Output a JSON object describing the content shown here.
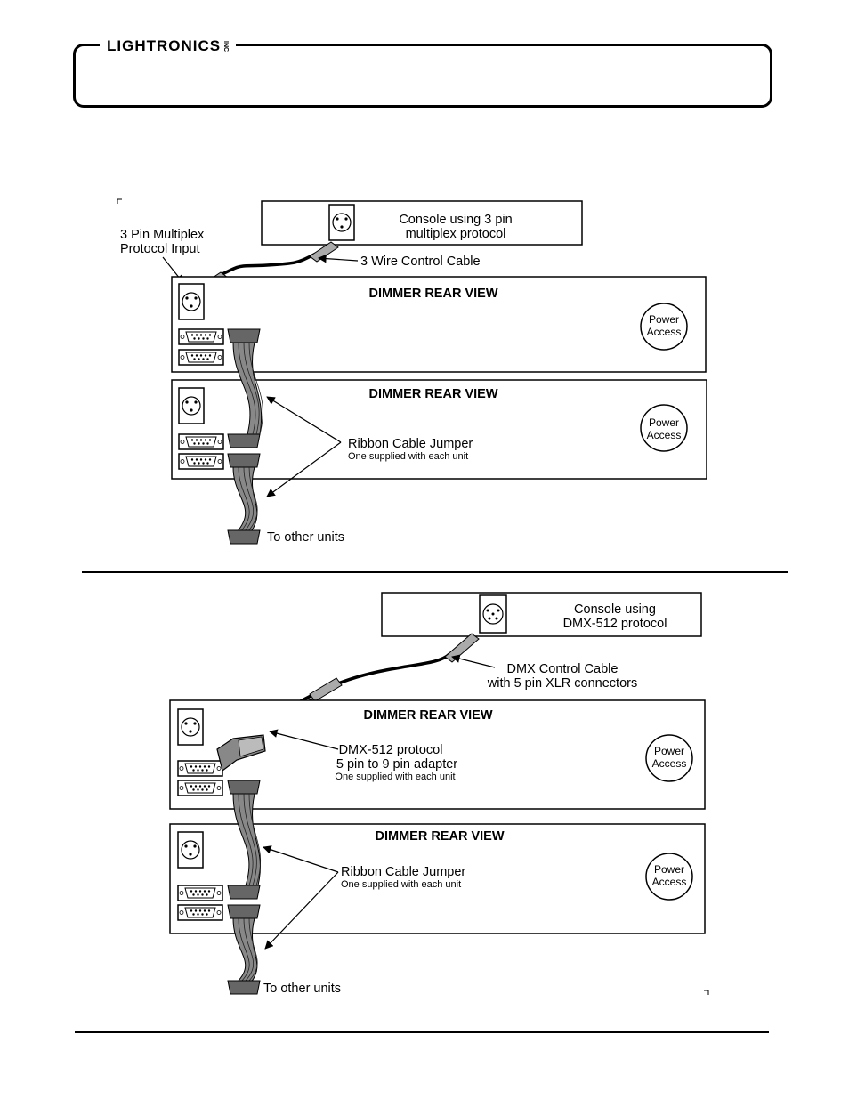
{
  "header": {
    "logo_text": "LIGHTRONICS",
    "logo_suffix": "INC"
  },
  "top": {
    "console_label_1": "Console using 3 pin",
    "console_label_2": "multiplex protocol",
    "input_label_1": "3 Pin Multiplex",
    "input_label_2": "Protocol Input",
    "cable_label": "3 Wire Control Cable",
    "dimmer_1_title": "DIMMER REAR VIEW",
    "dimmer_2_title": "DIMMER REAR VIEW",
    "jumper_label": "Ribbon Cable Jumper",
    "jumper_sub": "One supplied with each unit",
    "other_units": "To other units"
  },
  "bottom": {
    "console_label_1": "Console using",
    "console_label_2": "DMX-512 protocol",
    "cable_label_1": "DMX Control Cable",
    "cable_label_2": "with 5 pin XLR connectors",
    "dimmer_1_title": "DIMMER REAR VIEW",
    "dimmer_2_title": "DIMMER REAR VIEW",
    "adapter_label_1": "DMX-512 protocol",
    "adapter_label_2": "5 pin to 9 pin adapter",
    "adapter_sub": "One supplied with each unit",
    "jumper_label": "Ribbon Cable Jumper",
    "jumper_sub": "One supplied with each unit",
    "other_units": "To other units"
  },
  "power": {
    "line_1": "Power",
    "line_2": "Access"
  }
}
